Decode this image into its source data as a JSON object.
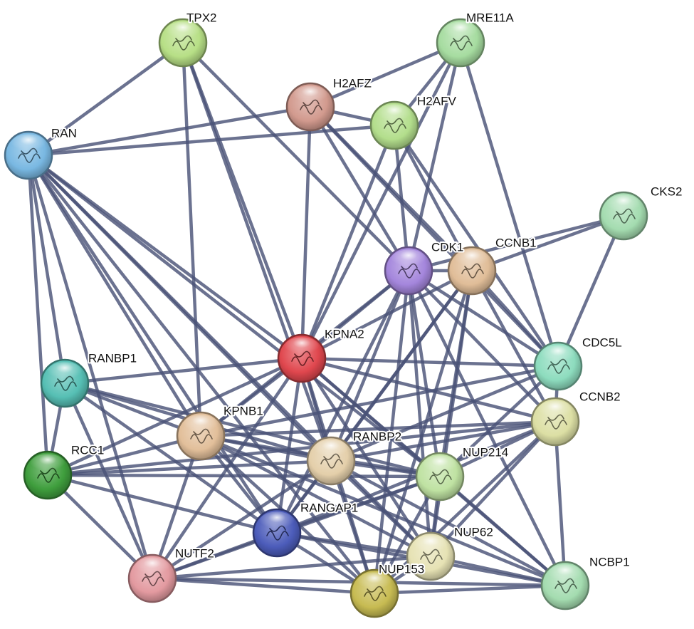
{
  "network": {
    "nodes": [
      {
        "id": "TPX2",
        "label": "TPX2",
        "color": "#b7df86"
      },
      {
        "id": "MRE11A",
        "label": "MRE11A",
        "color": "#a6dca0"
      },
      {
        "id": "H2AFZ",
        "label": "H2AFZ",
        "color": "#d29a8e"
      },
      {
        "id": "H2AFV",
        "label": "H2AFV",
        "color": "#b3de8c"
      },
      {
        "id": "RAN",
        "label": "RAN",
        "color": "#79b8e2"
      },
      {
        "id": "CKS2",
        "label": "CKS2",
        "color": "#a4dcb0"
      },
      {
        "id": "CDK1",
        "label": "CDK1",
        "color": "#a486dc"
      },
      {
        "id": "CCNB1",
        "label": "CCNB1",
        "color": "#e0bd98"
      },
      {
        "id": "KPNA2",
        "label": "KPNA2",
        "color": "#e0474e"
      },
      {
        "id": "RANBP1",
        "label": "RANBP1",
        "color": "#56bfb4"
      },
      {
        "id": "CDC5L",
        "label": "CDC5L",
        "color": "#8ddcbe"
      },
      {
        "id": "CCNB2",
        "label": "CCNB2",
        "color": "#dcdfa4"
      },
      {
        "id": "KPNB1",
        "label": "KPNB1",
        "color": "#e2bf9a"
      },
      {
        "id": "RCC1",
        "label": "RCC1",
        "color": "#3f9e3d"
      },
      {
        "id": "RANBP2",
        "label": "RANBP2",
        "color": "#e4cfaa"
      },
      {
        "id": "NUP214",
        "label": "NUP214",
        "color": "#bfe2a2"
      },
      {
        "id": "RANGAP1",
        "label": "RANGAP1",
        "color": "#4c5cba"
      },
      {
        "id": "NUP62",
        "label": "NUP62",
        "color": "#e6e2b4"
      },
      {
        "id": "NUTF2",
        "label": "NUTF2",
        "color": "#e39aa0"
      },
      {
        "id": "NUP153",
        "label": "NUP153",
        "color": "#c7bb52"
      },
      {
        "id": "NCBP1",
        "label": "NCBP1",
        "color": "#a4dcb0"
      }
    ],
    "edges": [
      [
        "TPX2",
        "RAN"
      ],
      [
        "TPX2",
        "KPNB1"
      ],
      [
        "TPX2",
        "KPNA2"
      ],
      [
        "TPX2",
        "CDK1"
      ],
      [
        "TPX2",
        "RANBP2"
      ],
      [
        "MRE11A",
        "H2AFZ"
      ],
      [
        "MRE11A",
        "H2AFV"
      ],
      [
        "MRE11A",
        "CDC5L"
      ],
      [
        "MRE11A",
        "KPNA2"
      ],
      [
        "MRE11A",
        "CDK1"
      ],
      [
        "H2AFZ",
        "H2AFV"
      ],
      [
        "H2AFZ",
        "RAN"
      ],
      [
        "H2AFZ",
        "KPNA2"
      ],
      [
        "H2AFZ",
        "CDK1"
      ],
      [
        "H2AFZ",
        "CCNB1"
      ],
      [
        "H2AFZ",
        "CDC5L"
      ],
      [
        "H2AFV",
        "RAN"
      ],
      [
        "H2AFV",
        "KPNA2"
      ],
      [
        "H2AFV",
        "CDK1"
      ],
      [
        "H2AFV",
        "CCNB1"
      ],
      [
        "H2AFV",
        "CDC5L"
      ],
      [
        "RAN",
        "KPNA2"
      ],
      [
        "RAN",
        "RANBP1"
      ],
      [
        "RAN",
        "RCC1"
      ],
      [
        "RAN",
        "KPNB1"
      ],
      [
        "RAN",
        "RANBP2"
      ],
      [
        "RAN",
        "RANGAP1"
      ],
      [
        "RAN",
        "NUTF2"
      ],
      [
        "RAN",
        "NUP214"
      ],
      [
        "RAN",
        "NUP153"
      ],
      [
        "RAN",
        "NUP62"
      ],
      [
        "CKS2",
        "CDK1"
      ],
      [
        "CKS2",
        "CCNB1"
      ],
      [
        "CKS2",
        "CDC5L"
      ],
      [
        "CDK1",
        "CCNB1"
      ],
      [
        "CDK1",
        "CCNB2"
      ],
      [
        "CDK1",
        "CDC5L"
      ],
      [
        "CDK1",
        "KPNA2"
      ],
      [
        "CDK1",
        "KPNB1"
      ],
      [
        "CDK1",
        "RANBP2"
      ],
      [
        "CDK1",
        "RANGAP1"
      ],
      [
        "CDK1",
        "NUP153"
      ],
      [
        "CDK1",
        "NUP62"
      ],
      [
        "CDK1",
        "NUP214"
      ],
      [
        "CDK1",
        "NCBP1"
      ],
      [
        "CCNB1",
        "CCNB2"
      ],
      [
        "CCNB1",
        "CDC5L"
      ],
      [
        "CCNB1",
        "KPNA2"
      ],
      [
        "CCNB1",
        "RANBP2"
      ],
      [
        "CCNB1",
        "RANGAP1"
      ],
      [
        "CCNB1",
        "NUP214"
      ],
      [
        "CCNB1",
        "NUP153"
      ],
      [
        "CCNB1",
        "NUP62"
      ],
      [
        "KPNA2",
        "KPNB1"
      ],
      [
        "KPNA2",
        "RANBP1"
      ],
      [
        "KPNA2",
        "RCC1"
      ],
      [
        "KPNA2",
        "RANBP2"
      ],
      [
        "KPNA2",
        "RANGAP1"
      ],
      [
        "KPNA2",
        "NUTF2"
      ],
      [
        "KPNA2",
        "NUP153"
      ],
      [
        "KPNA2",
        "NUP62"
      ],
      [
        "KPNA2",
        "NUP214"
      ],
      [
        "KPNA2",
        "CDC5L"
      ],
      [
        "KPNA2",
        "CCNB2"
      ],
      [
        "KPNA2",
        "NCBP1"
      ],
      [
        "RANBP1",
        "RCC1"
      ],
      [
        "RANBP1",
        "KPNB1"
      ],
      [
        "RANBP1",
        "RANBP2"
      ],
      [
        "RANBP1",
        "NUTF2"
      ],
      [
        "RANBP1",
        "RANGAP1"
      ],
      [
        "RANBP1",
        "NUP214"
      ],
      [
        "CDC5L",
        "CCNB2"
      ],
      [
        "CDC5L",
        "KPNB1"
      ],
      [
        "CDC5L",
        "RANBP2"
      ],
      [
        "CDC5L",
        "NUP214"
      ],
      [
        "CCNB2",
        "KPNB1"
      ],
      [
        "CCNB2",
        "RANBP2"
      ],
      [
        "CCNB2",
        "NUP214"
      ],
      [
        "CCNB2",
        "NUP153"
      ],
      [
        "CCNB2",
        "NUP62"
      ],
      [
        "CCNB2",
        "NCBP1"
      ],
      [
        "CCNB2",
        "RCC1"
      ],
      [
        "CCNB2",
        "RANGAP1"
      ],
      [
        "KPNB1",
        "RCC1"
      ],
      [
        "KPNB1",
        "RANBP2"
      ],
      [
        "KPNB1",
        "RANGAP1"
      ],
      [
        "KPNB1",
        "NUTF2"
      ],
      [
        "KPNB1",
        "NUP153"
      ],
      [
        "KPNB1",
        "NUP62"
      ],
      [
        "KPNB1",
        "NUP214"
      ],
      [
        "KPNB1",
        "NCBP1"
      ],
      [
        "RCC1",
        "RANBP2"
      ],
      [
        "RCC1",
        "RANGAP1"
      ],
      [
        "RCC1",
        "NUTF2"
      ],
      [
        "RCC1",
        "NUP214"
      ],
      [
        "RANBP2",
        "RANGAP1"
      ],
      [
        "RANBP2",
        "NUTF2"
      ],
      [
        "RANBP2",
        "NUP153"
      ],
      [
        "RANBP2",
        "NUP62"
      ],
      [
        "RANBP2",
        "NUP214"
      ],
      [
        "RANBP2",
        "NCBP1"
      ],
      [
        "NUP214",
        "NUP62"
      ],
      [
        "NUP214",
        "NUP153"
      ],
      [
        "NUP214",
        "RANGAP1"
      ],
      [
        "NUP214",
        "NUTF2"
      ],
      [
        "NUP214",
        "NCBP1"
      ],
      [
        "RANGAP1",
        "NUTF2"
      ],
      [
        "RANGAP1",
        "NUP153"
      ],
      [
        "RANGAP1",
        "NUP62"
      ],
      [
        "RANGAP1",
        "NCBP1"
      ],
      [
        "NUP62",
        "NUP153"
      ],
      [
        "NUP62",
        "NUTF2"
      ],
      [
        "NUP62",
        "NCBP1"
      ],
      [
        "NUTF2",
        "NUP153"
      ],
      [
        "NUTF2",
        "NCBP1"
      ],
      [
        "NUP153",
        "NCBP1"
      ]
    ]
  }
}
